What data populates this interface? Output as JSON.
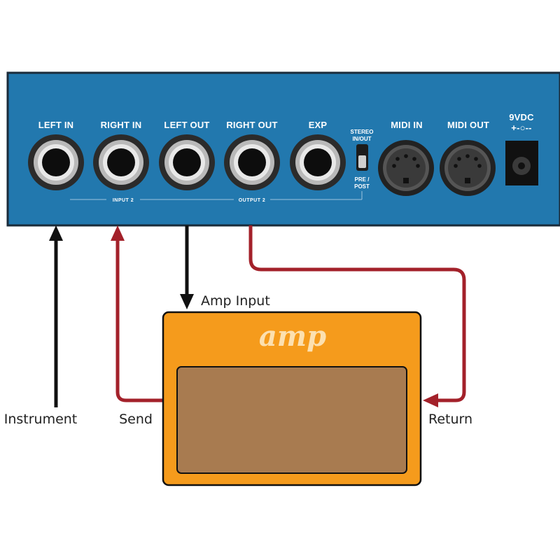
{
  "pedal": {
    "jacks": [
      {
        "label": "LEFT IN"
      },
      {
        "label": "RIGHT IN"
      },
      {
        "label": "LEFT OUT"
      },
      {
        "label": "RIGHT OUT"
      },
      {
        "label": "EXP"
      }
    ],
    "switch_top_label_1": "STEREO",
    "switch_top_label_2": "IN/OUT",
    "switch_bottom_label_1": "PRE /",
    "switch_bottom_label_2": "POST",
    "midi_in_label": "MIDI IN",
    "midi_out_label": "MIDI OUT",
    "power_label": "9VDC",
    "power_polarity": "+-○--",
    "input2_label": "INPUT 2",
    "output2_label": "OUTPUT 2"
  },
  "amp": {
    "logo": "amp"
  },
  "labels": {
    "instrument": "Instrument",
    "send": "Send",
    "amp_input": "Amp Input",
    "return": "Return"
  },
  "colors": {
    "pedal_body": "#2278ae",
    "amp_body": "#f59b1c",
    "grille": "#a87b50",
    "signal_red": "#a3212a",
    "signal_black": "#111111"
  }
}
